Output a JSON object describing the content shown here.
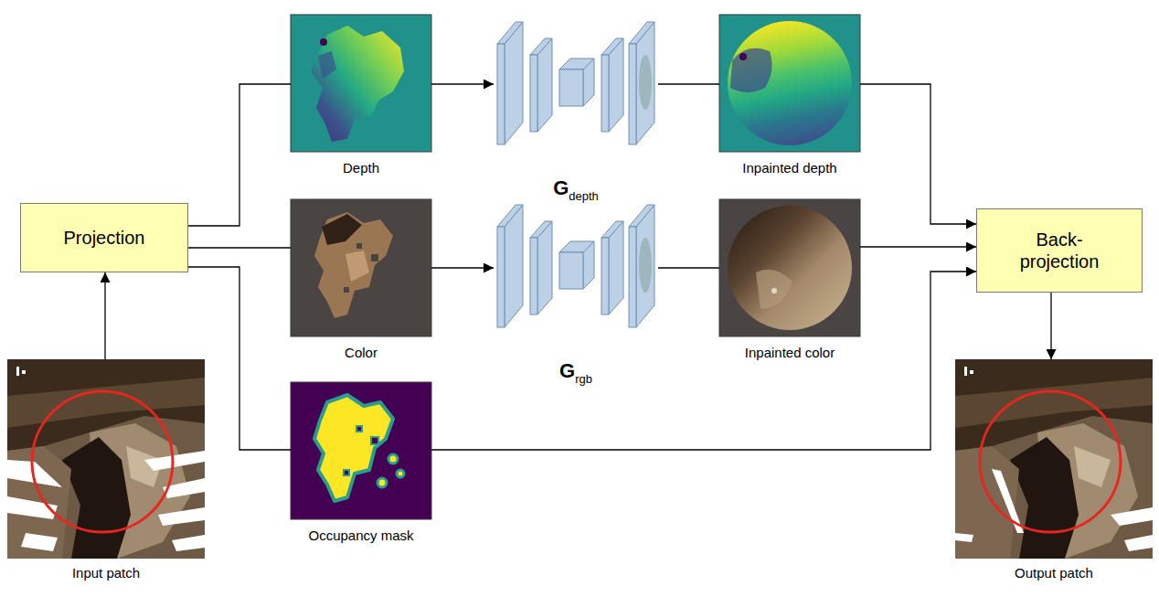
{
  "diagram": {
    "nodes": [
      {
        "text": [
          "Depth"
        ]
      },
      {
        "text": [
          "G",
          "depth"
        ]
      },
      {
        "text": [
          "Inpainted depth"
        ]
      },
      {
        "text": [
          "Projection"
        ]
      },
      {
        "text": [
          "Color"
        ]
      },
      {
        "text": [
          "G",
          "rgb"
        ]
      },
      {
        "text": [
          "Inpainted color"
        ]
      },
      {
        "text": [
          "Back-projection"
        ]
      },
      {
        "text": [
          "Occupancy mask"
        ]
      },
      {
        "text": [
          "Input patch"
        ]
      },
      {
        "text": [
          "Output patch"
        ]
      }
    ],
    "edges": [
      {
        "from": 9,
        "to": 3,
        "arrow": "to"
      },
      {
        "from": 3,
        "to": 0,
        "arrow": "none"
      },
      {
        "from": 3,
        "to": 4,
        "arrow": "none"
      },
      {
        "from": 3,
        "to": 8,
        "arrow": "none"
      },
      {
        "from": 0,
        "to": 1,
        "arrow": "to"
      },
      {
        "from": 4,
        "to": 5,
        "arrow": "to"
      },
      {
        "from": 1,
        "to": 2,
        "arrow": "none"
      },
      {
        "from": 5,
        "to": 6,
        "arrow": "none"
      },
      {
        "from": 2,
        "to": 7,
        "arrow": "to"
      },
      {
        "from": 6,
        "to": 7,
        "arrow": "to"
      },
      {
        "from": 8,
        "to": 7,
        "arrow": "to"
      },
      {
        "from": 7,
        "to": 10,
        "arrow": "to"
      }
    ]
  }
}
